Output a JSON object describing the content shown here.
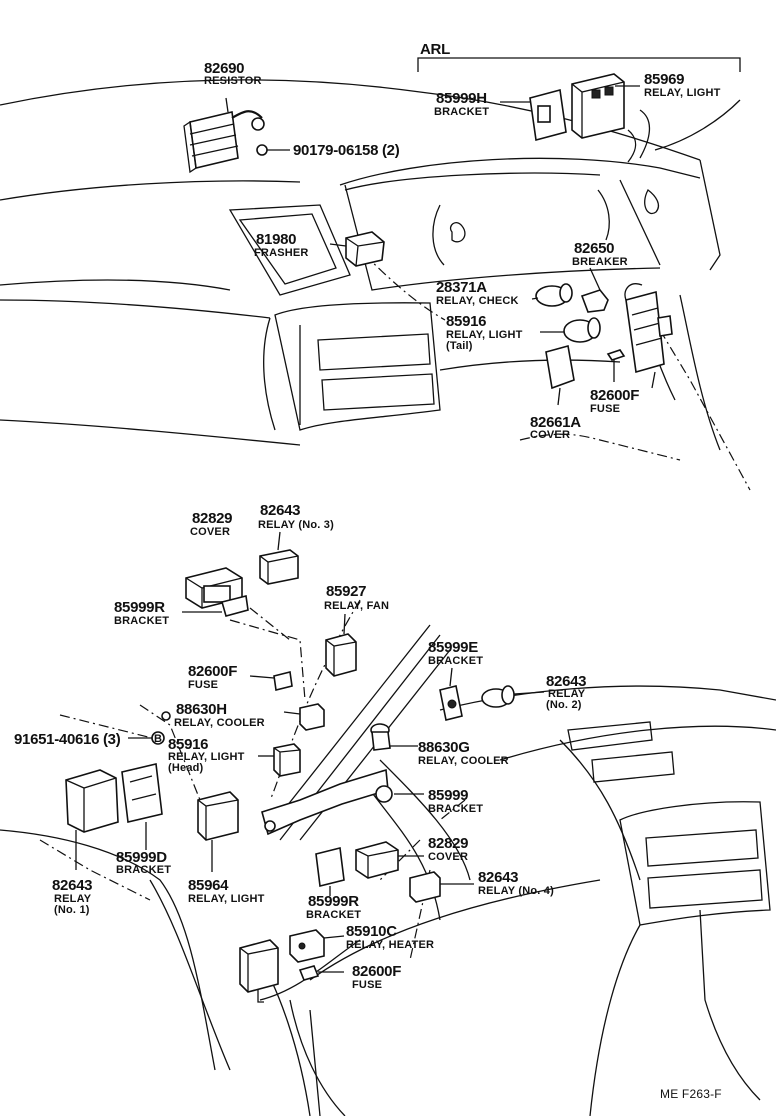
{
  "header": {
    "variant": "ARL"
  },
  "footer": {
    "code": "ME  F263-F"
  },
  "callouts": [
    {
      "id": "c-82690",
      "pn": "82690",
      "name": [
        "RESISTOR"
      ]
    },
    {
      "id": "c-90179",
      "pn": "90179-06158 (2)",
      "name": []
    },
    {
      "id": "c-85999h",
      "pn": "85999H",
      "name": [
        "BRACKET"
      ]
    },
    {
      "id": "c-85969",
      "pn": "85969",
      "name": [
        "RELAY, LIGHT"
      ]
    },
    {
      "id": "c-81980",
      "pn": "81980",
      "name": [
        "FRASHER"
      ]
    },
    {
      "id": "c-82650",
      "pn": "82650",
      "name": [
        "BREAKER"
      ]
    },
    {
      "id": "c-28371a",
      "pn": "28371A",
      "name": [
        "RELAY, CHECK"
      ]
    },
    {
      "id": "c-85916t",
      "pn": "85916",
      "name": [
        "RELAY, LIGHT",
        "(Tail)"
      ]
    },
    {
      "id": "c-82600f1",
      "pn": "82600F",
      "name": [
        "FUSE"
      ]
    },
    {
      "id": "c-82661a",
      "pn": "82661A",
      "name": [
        "COVER"
      ]
    },
    {
      "id": "c-82829a",
      "pn": "82829",
      "name": [
        "COVER"
      ]
    },
    {
      "id": "c-82643r3",
      "pn": "82643",
      "name": [
        "RELAY (No. 3)"
      ]
    },
    {
      "id": "c-85999r1",
      "pn": "85999R",
      "name": [
        "BRACKET"
      ]
    },
    {
      "id": "c-85927",
      "pn": "85927",
      "name": [
        "RELAY, FAN"
      ]
    },
    {
      "id": "c-82600f2",
      "pn": "82600F",
      "name": [
        "FUSE"
      ]
    },
    {
      "id": "c-88630h",
      "pn": "88630H",
      "name": [
        "RELAY, COOLER"
      ]
    },
    {
      "id": "c-91651",
      "pn": "91651-40616 (3)",
      "name": []
    },
    {
      "id": "c-85916h",
      "pn": "85916",
      "name": [
        "RELAY, LIGHT",
        "(Head)"
      ]
    },
    {
      "id": "c-85999e",
      "pn": "85999E",
      "name": [
        "BRACKET"
      ]
    },
    {
      "id": "c-82643r2",
      "pn": "82643",
      "name": [
        "RELAY",
        "(No. 2)"
      ]
    },
    {
      "id": "c-88630g",
      "pn": "88630G",
      "name": [
        "RELAY, COOLER"
      ]
    },
    {
      "id": "c-85999",
      "pn": "85999",
      "name": [
        "BRACKET"
      ]
    },
    {
      "id": "c-82829b",
      "pn": "82829",
      "name": [
        "COVER"
      ]
    },
    {
      "id": "c-82643r4",
      "pn": "82643",
      "name": [
        "RELAY (No. 4)"
      ]
    },
    {
      "id": "c-85999r2",
      "pn": "85999R",
      "name": [
        "BRACKET"
      ]
    },
    {
      "id": "c-85910c",
      "pn": "85910C",
      "name": [
        "RELAY, HEATER"
      ]
    },
    {
      "id": "c-82600f3",
      "pn": "82600F",
      "name": [
        "FUSE"
      ]
    },
    {
      "id": "c-85999d",
      "pn": "85999D",
      "name": [
        "BRACKET"
      ]
    },
    {
      "id": "c-82643r1",
      "pn": "82643",
      "name": [
        "RELAY",
        "(No. 1)"
      ]
    },
    {
      "id": "c-85964",
      "pn": "85964",
      "name": [
        "RELAY, LIGHT"
      ]
    }
  ]
}
